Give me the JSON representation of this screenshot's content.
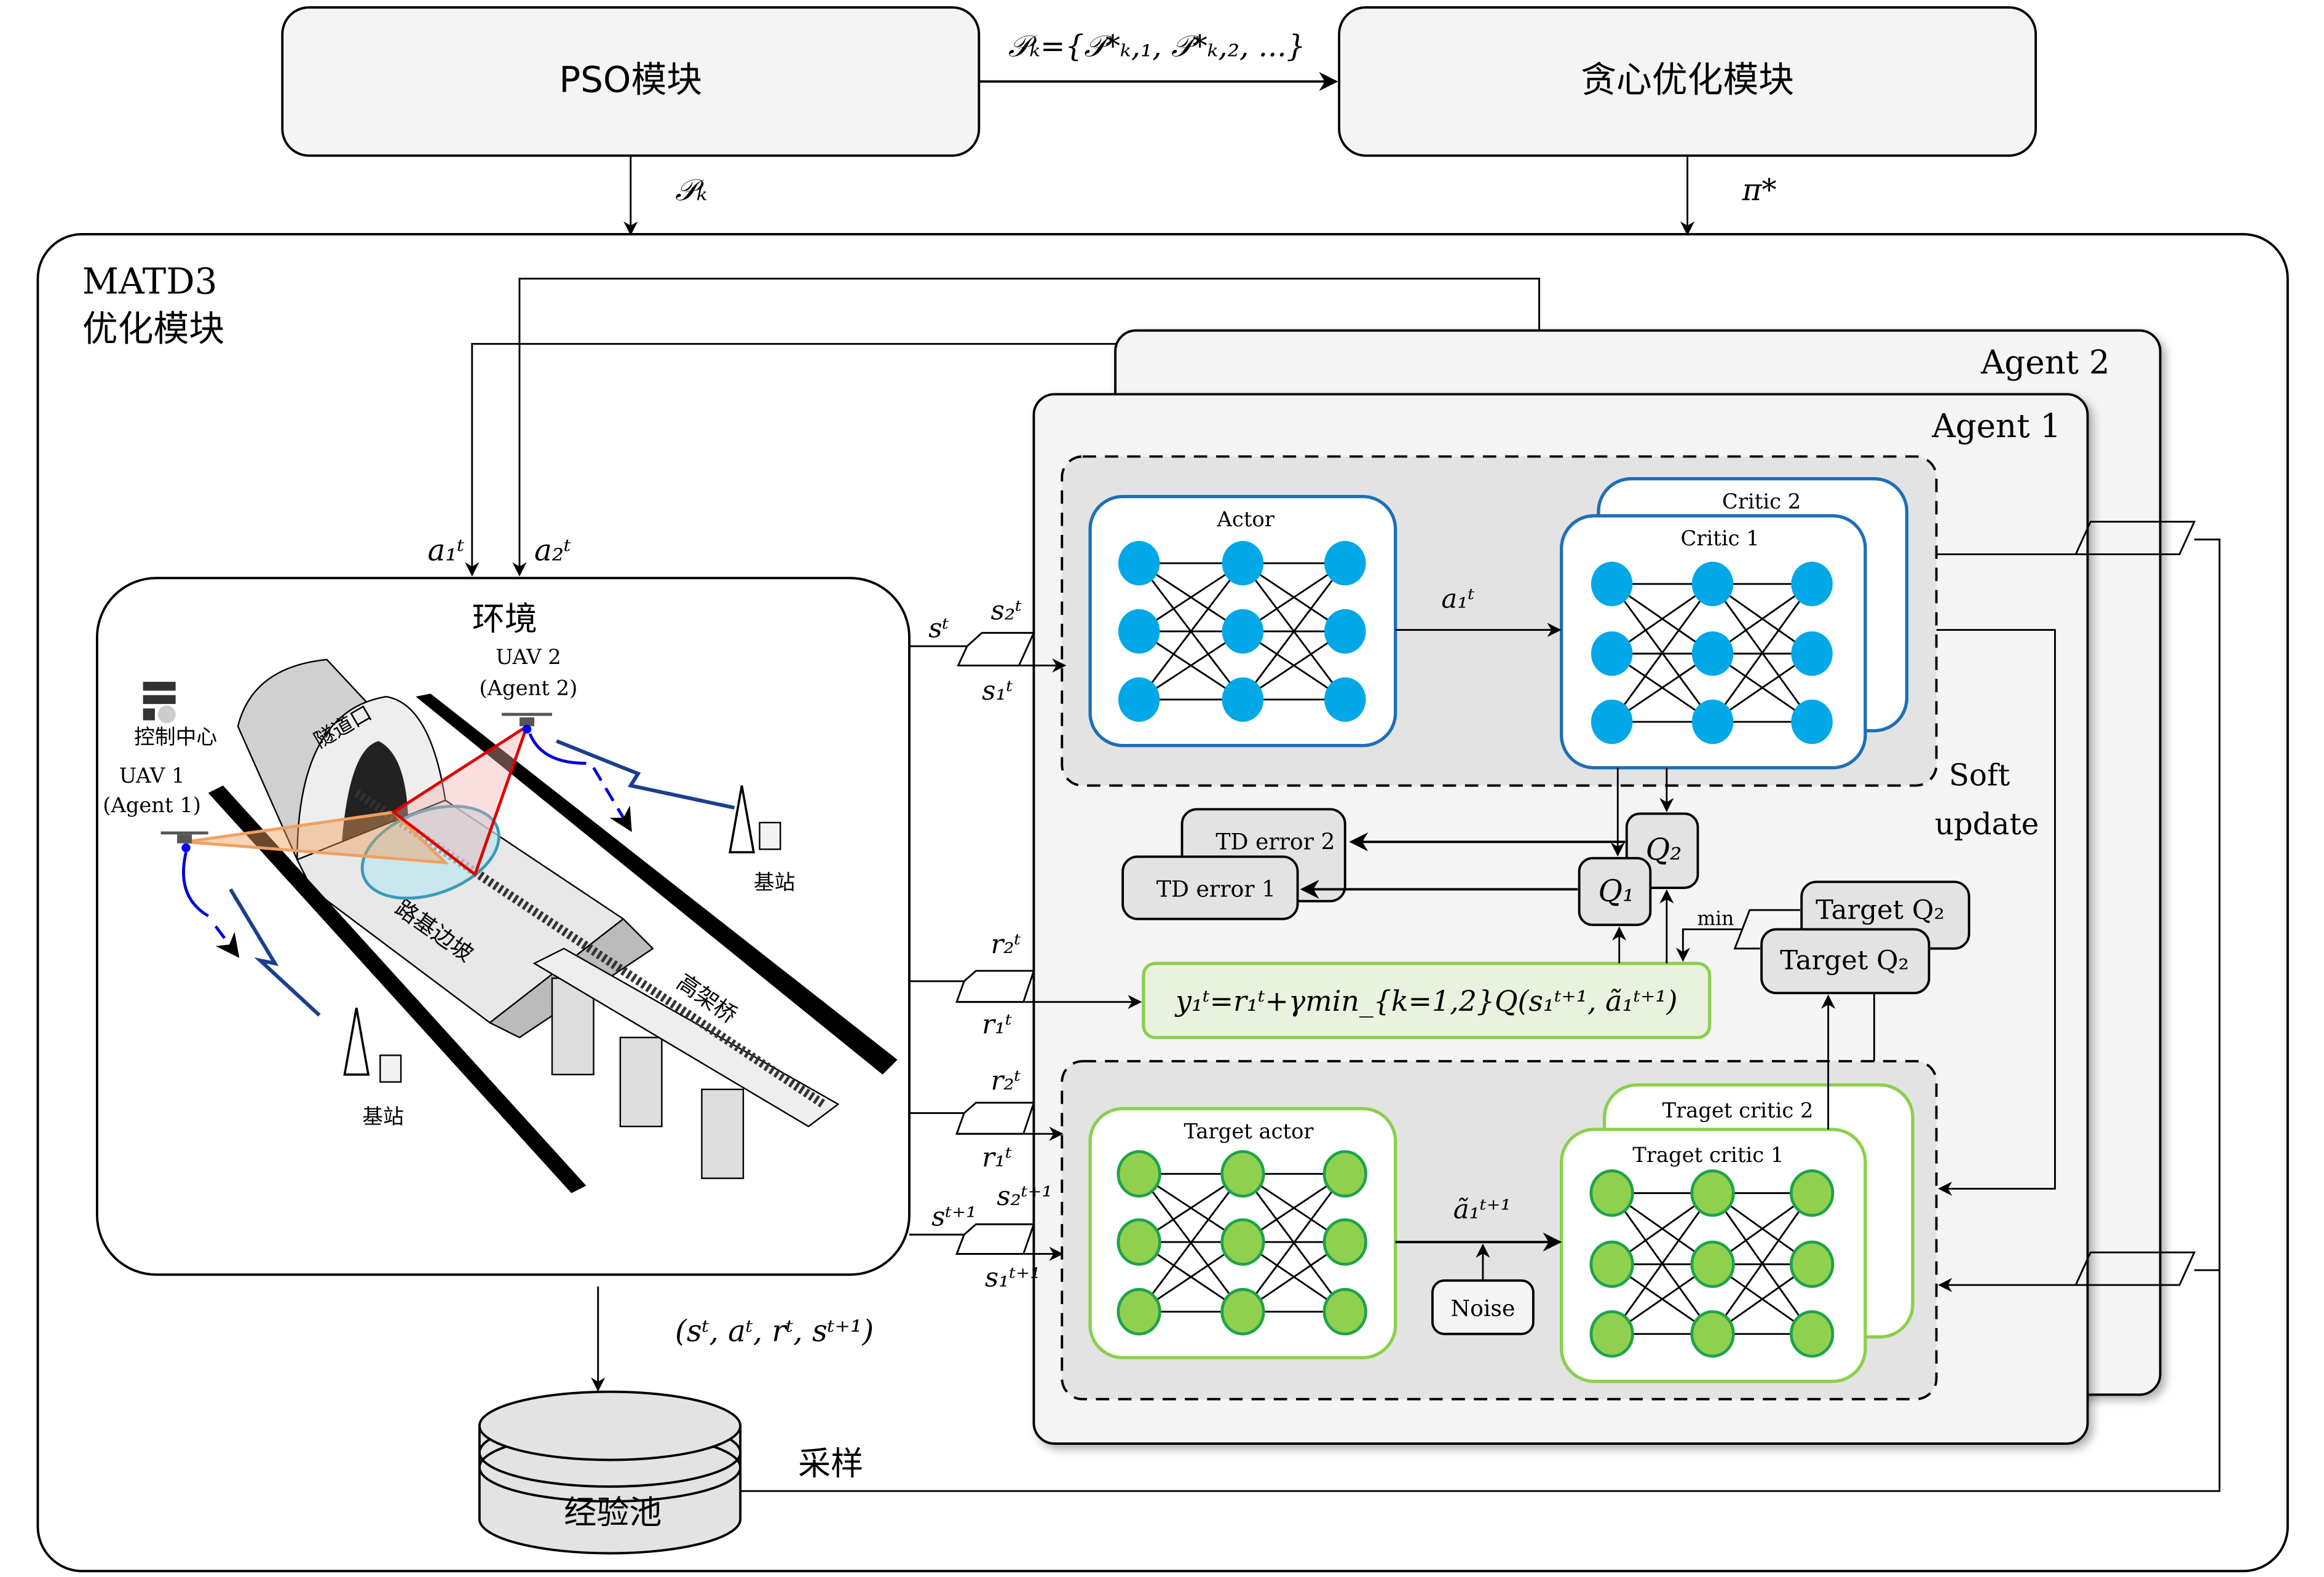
{
  "top": {
    "pso_module": "PSO模块",
    "greedy_module": "贪心优化模块",
    "pso_to_greedy_label": "𝒫ₖ={𝒫*ₖ,₁, 𝒫*ₖ,₂, ...}",
    "pso_down_label": "𝒫ₖ",
    "greedy_down_label": "π*"
  },
  "matd3": {
    "title_line1": "MATD3",
    "title_line2": "优化模块"
  },
  "environment": {
    "title": "环境",
    "control_center": "控制中心",
    "uav1_line1": "UAV 1",
    "uav1_line2": "(Agent 1)",
    "uav2_line1": "UAV 2",
    "uav2_line2": "(Agent 2)",
    "tunnel_label": "隧道口",
    "slope_label": "路基边坡",
    "bridge_label": "高架桥",
    "base_station_1": "基站",
    "base_station_2": "基站"
  },
  "actions": {
    "a1": "a₁ᵗ",
    "a2": "a₂ᵗ"
  },
  "inputs": {
    "s_t": "sᵗ",
    "s2_t": "s₂ᵗ",
    "s1_t": "s₁ᵗ",
    "r2_t_a": "r₂ᵗ",
    "r1_t_a": "r₁ᵗ",
    "r2_t_b": "r₂ᵗ",
    "r1_t_b": "r₁ᵗ",
    "s_t1": "sᵗ⁺¹",
    "s2_t1": "s₂ᵗ⁺¹",
    "s1_t1": "s₁ᵗ⁺¹"
  },
  "agents": {
    "agent2_label": "Agent 2",
    "agent1_label": "Agent 1",
    "actor_label": "Actor",
    "critic1_label": "Critic 1",
    "critic2_label": "Critic 2",
    "actor_output": "a₁ᵗ",
    "td_error_1": "TD error 1",
    "td_error_2": "TD error 2",
    "q1": "Q₁",
    "q2": "Q₂",
    "min_label": "min",
    "target_q_back": "Target Q₂",
    "target_q_front": "Target Q₂",
    "target_formula": "y₁ᵗ=r₁ᵗ+γmin_{k=1,2}Q(s₁ᵗ⁺¹, ã₁ᵗ⁺¹)",
    "soft_update_line1": "Soft",
    "soft_update_line2": "update",
    "target_actor_label": "Target actor",
    "target_critic1_label": "Traget critic 1",
    "target_critic2_label": "Traget critic 2",
    "target_action": "ã₁ᵗ⁺¹",
    "noise_label": "Noise"
  },
  "replay": {
    "tuple_label": "(sᵗ, aᵗ, rᵗ, sᵗ⁺¹)",
    "pool_label": "经验池",
    "sample_label": "采样"
  },
  "colors": {
    "actor_node": "#00a8e8",
    "actor_border": "#1d6fb8",
    "target_node": "#8fd14f",
    "target_border": "#8ccf4d",
    "panel_gray": "#e3e3e3",
    "formula_bg": "#e9f2dc",
    "red_beam": "#e00000",
    "orange_beam": "#f0a060",
    "signal_blue": "#1b3f8f"
  }
}
